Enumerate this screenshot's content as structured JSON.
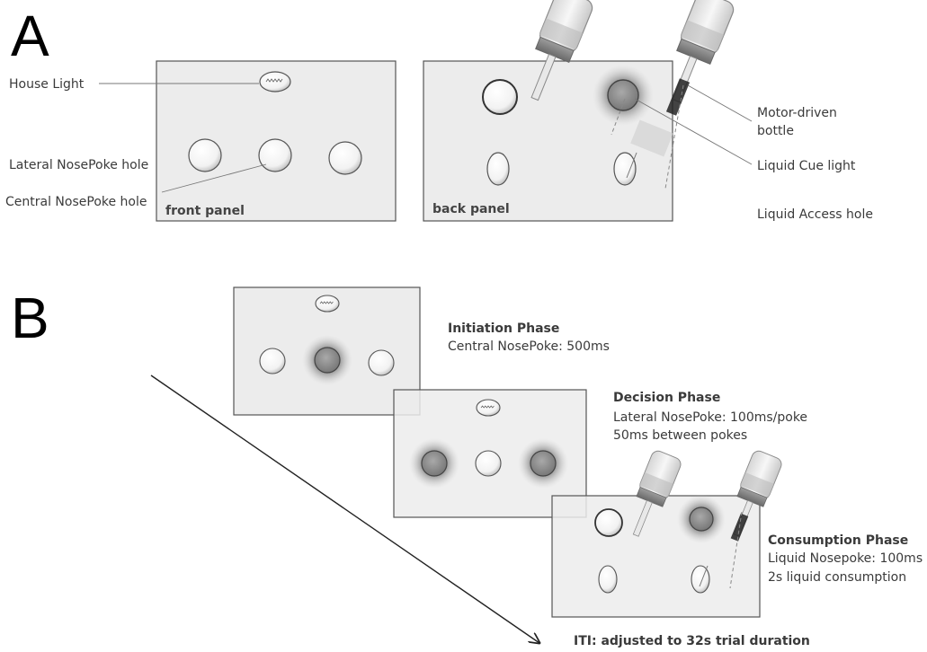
{
  "section_a": {
    "letter": "A",
    "front_panel": {
      "name": "front panel",
      "labels": {
        "house_light": "House Light",
        "lateral_nosepoke": "Lateral NosePoke hole",
        "central_nosepoke": "Central NosePoke hole"
      }
    },
    "back_panel": {
      "name": "back panel",
      "labels": {
        "motor_bottle_line1": "Motor-driven",
        "motor_bottle_line2": "bottle",
        "liquid_cue_light": "Liquid Cue light",
        "liquid_access_hole": "Liquid Access hole"
      }
    }
  },
  "section_b": {
    "letter": "B",
    "phases": [
      {
        "title": "Initiation Phase",
        "lines": [
          "Central NosePoke: 500ms"
        ]
      },
      {
        "title": "Decision Phase",
        "lines": [
          "Lateral NosePoke: 100ms/poke",
          "50ms between pokes"
        ]
      },
      {
        "title": "Consumption Phase",
        "lines": [
          "Liquid Nosepoke: 100ms",
          "2s liquid consumption"
        ]
      }
    ],
    "iti": "ITI: adjusted to 32s trial duration"
  },
  "colors": {
    "panel_fill": "#ececec",
    "panel_stroke": "#555555",
    "lit_hole": "#8a8a8a",
    "glow": "#9a9a9a"
  }
}
